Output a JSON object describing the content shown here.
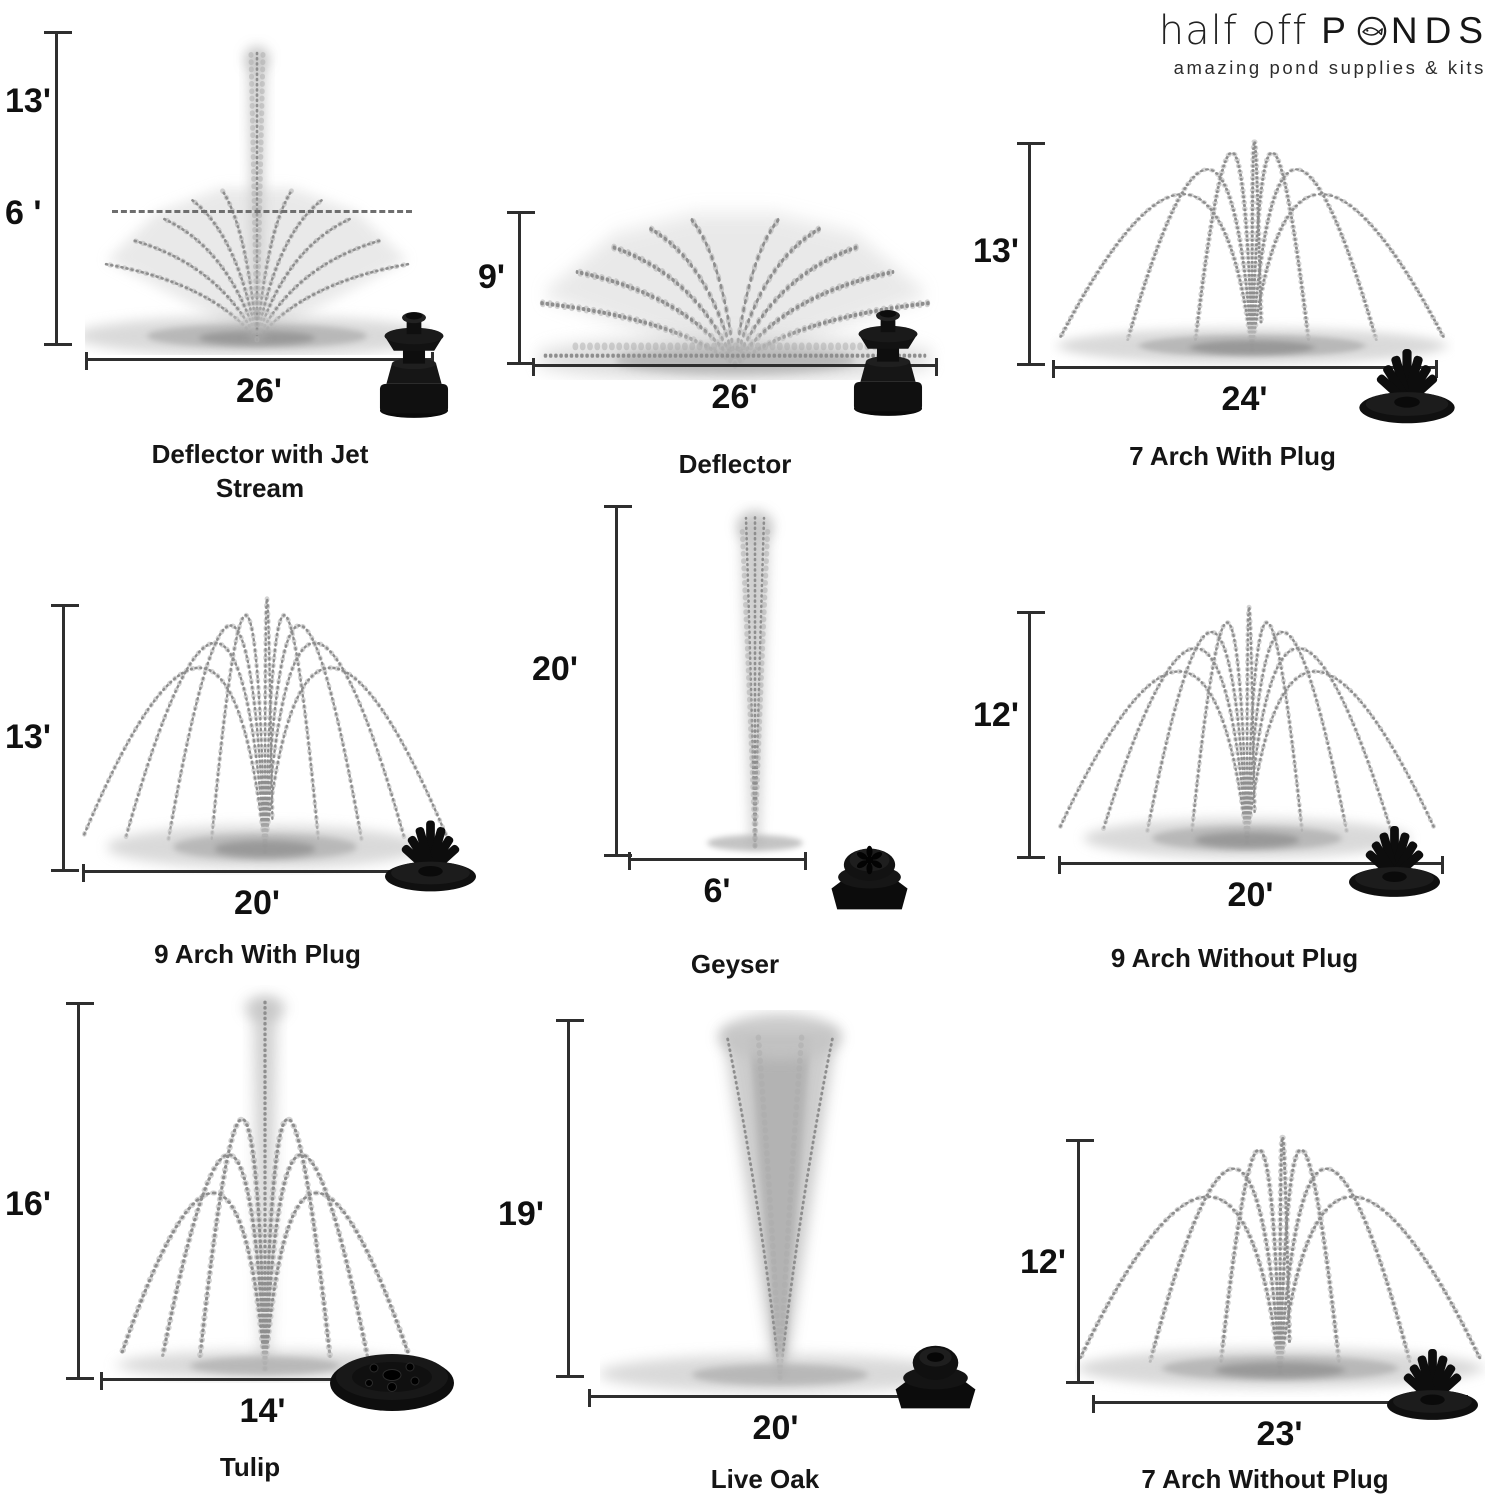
{
  "logo": {
    "brand_light": "half off",
    "brand_bold_p": "P",
    "brand_bold_rest": "NDS",
    "o_icon": "fish-in-o-icon",
    "tagline": "amazing pond supplies & kits"
  },
  "colors": {
    "background": "#ffffff",
    "dimension_lines": "#2e2e2e",
    "spray_gray": "#8e8e8e",
    "nozzle_black": "#0d0d0d",
    "text": "#101010"
  },
  "panels": [
    {
      "name": "Deflector with Jet Stream",
      "height": "13'",
      "mid_height": "6 '",
      "width": "26'",
      "nozzle_image": "deflector-nozzle"
    },
    {
      "name": "Deflector",
      "height": "9'",
      "width": "26'",
      "nozzle_image": "deflector-nozzle"
    },
    {
      "name": "7 Arch With Plug",
      "height": "13'",
      "width": "24'",
      "nozzle_image": "arch-nozzle"
    },
    {
      "name": "9 Arch With Plug",
      "height": "13'",
      "width": "20'",
      "nozzle_image": "arch-nozzle"
    },
    {
      "name": "Geyser",
      "height": "20'",
      "width": "6'",
      "nozzle_image": "geyser-nozzle"
    },
    {
      "name": "9 Arch Without Plug",
      "height": "12'",
      "width": "20'",
      "nozzle_image": "arch-nozzle"
    },
    {
      "name": "Tulip",
      "height": "16'",
      "width": "14'",
      "nozzle_image": "tulip-disc-nozzle"
    },
    {
      "name": "Live Oak",
      "height": "19'",
      "width": "20'",
      "nozzle_image": "knob-nozzle"
    },
    {
      "name": "7 Arch Without Plug",
      "height": "12'",
      "width": "23'",
      "nozzle_image": "arch-nozzle"
    }
  ]
}
